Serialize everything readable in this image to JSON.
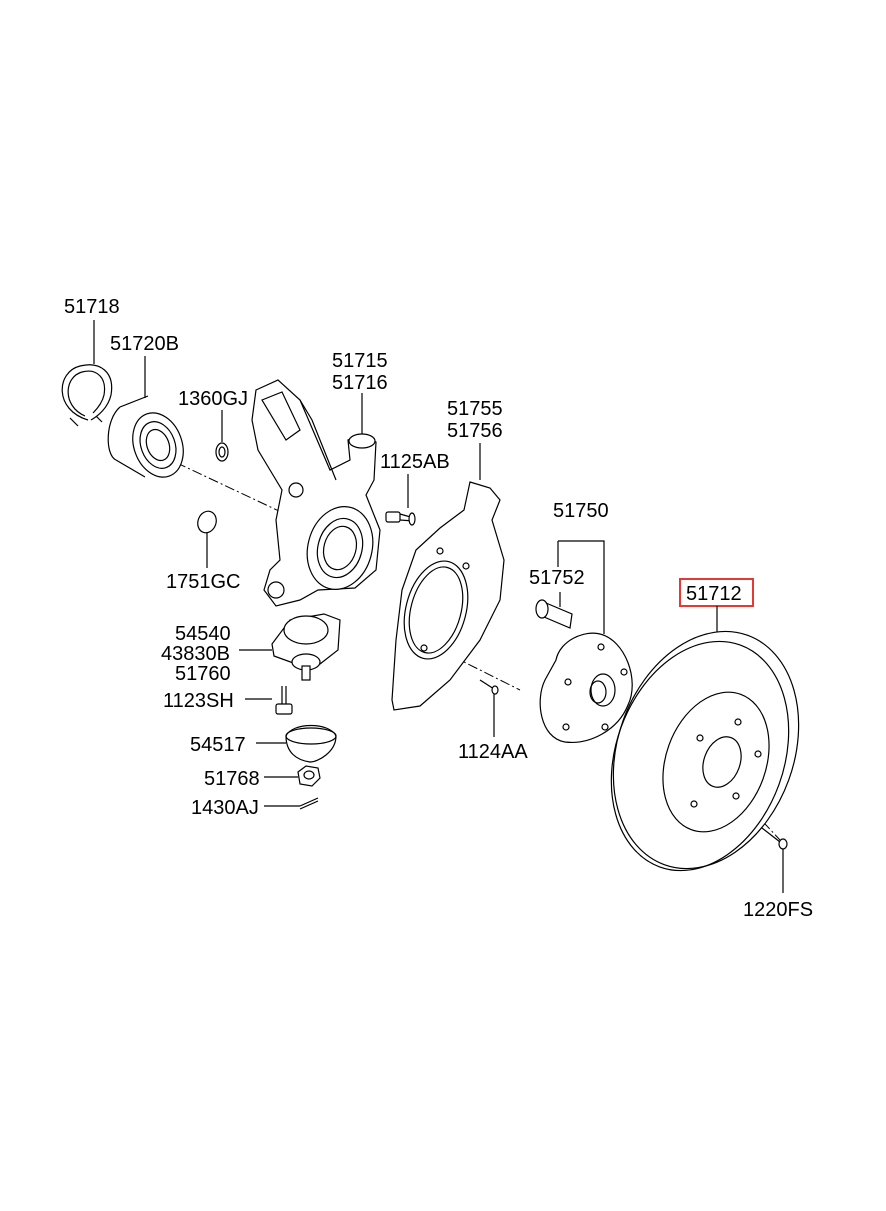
{
  "parts": [
    {
      "id": "p51718",
      "lines": [
        "51718"
      ]
    },
    {
      "id": "p51720B",
      "lines": [
        "51720B"
      ]
    },
    {
      "id": "p1360GJ",
      "lines": [
        "1360GJ"
      ]
    },
    {
      "id": "p51715",
      "lines": [
        "51715",
        "51716"
      ]
    },
    {
      "id": "p1751GC",
      "lines": [
        "1751GC"
      ]
    },
    {
      "id": "p1125AB",
      "lines": [
        "1125AB"
      ]
    },
    {
      "id": "p51755",
      "lines": [
        "51755",
        "51756"
      ]
    },
    {
      "id": "p51750",
      "lines": [
        "51750"
      ]
    },
    {
      "id": "p51752",
      "lines": [
        "51752"
      ]
    },
    {
      "id": "p51712",
      "lines": [
        "51712"
      ],
      "highlighted": true
    },
    {
      "id": "p54540",
      "lines": [
        "54540",
        "43830B",
        "51760"
      ]
    },
    {
      "id": "p1123SH",
      "lines": [
        "1123SH"
      ]
    },
    {
      "id": "p54517",
      "lines": [
        "54517"
      ]
    },
    {
      "id": "p51768",
      "lines": [
        "51768"
      ]
    },
    {
      "id": "p1430AJ",
      "lines": [
        "1430AJ"
      ]
    },
    {
      "id": "p1124AA",
      "lines": [
        "1124AA"
      ]
    },
    {
      "id": "p1220FS",
      "lines": [
        "1220FS"
      ]
    }
  ],
  "colors": {
    "highlight": "#e53935",
    "ink": "#000000",
    "background": "#ffffff"
  }
}
